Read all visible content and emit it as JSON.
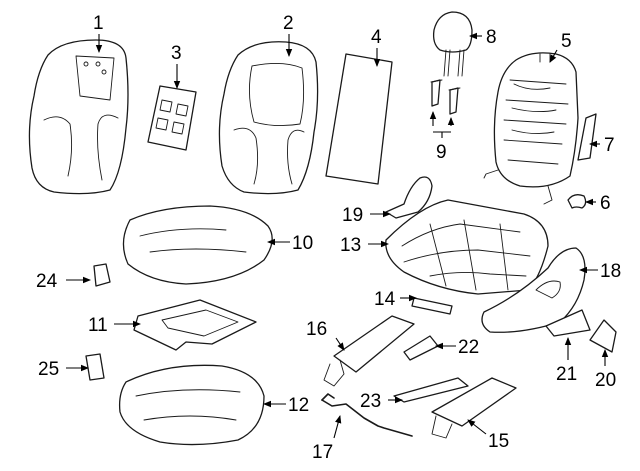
{
  "callouts": {
    "c1": "1",
    "c2": "2",
    "c3": "3",
    "c4": "4",
    "c5": "5",
    "c6": "6",
    "c7": "7",
    "c8": "8",
    "c9": "9",
    "c10": "10",
    "c11": "11",
    "c12": "12",
    "c13": "13",
    "c14": "14",
    "c15": "15",
    "c16": "16",
    "c17": "17",
    "c18": "18",
    "c19": "19",
    "c20": "20",
    "c21": "21",
    "c22": "22",
    "c23": "23",
    "c24": "24",
    "c25": "25"
  },
  "style": {
    "line_color": "#1a1a1a",
    "background": "#ffffff"
  }
}
